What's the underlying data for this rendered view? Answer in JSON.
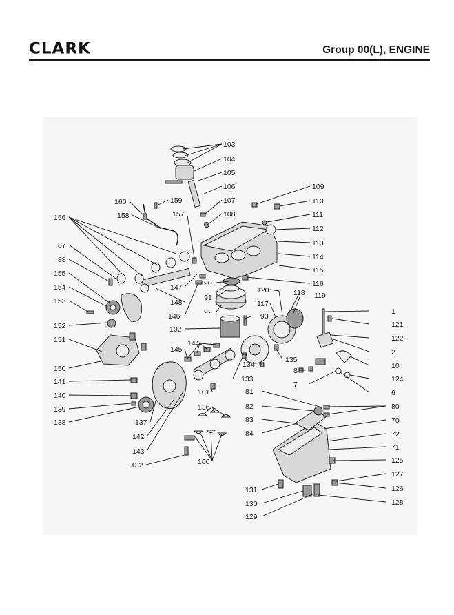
{
  "header": {
    "logo": "CLARK",
    "title": "Group 00(L), ENGINE"
  },
  "callouts": [
    "103",
    "104",
    "105",
    "106",
    "107",
    "108",
    "109",
    "110",
    "111",
    "112",
    "113",
    "114",
    "115",
    "116",
    "160",
    "159",
    "158",
    "157",
    "156",
    "87",
    "88",
    "155",
    "154",
    "153",
    "152",
    "151",
    "150",
    "141",
    "140",
    "139",
    "138",
    "137",
    "142",
    "143",
    "132",
    "147",
    "148",
    "146",
    "90",
    "91",
    "92",
    "93",
    "102",
    "144",
    "145",
    "101",
    "136",
    "100",
    "120",
    "117",
    "118",
    "119",
    "1",
    "121",
    "122",
    "2",
    "10",
    "124",
    "6",
    "7",
    "8",
    "134",
    "135",
    "133",
    "81",
    "82",
    "83",
    "84",
    "80",
    "70",
    "72",
    "71",
    "125",
    "127",
    "126",
    "128",
    "131",
    "130",
    "129"
  ]
}
